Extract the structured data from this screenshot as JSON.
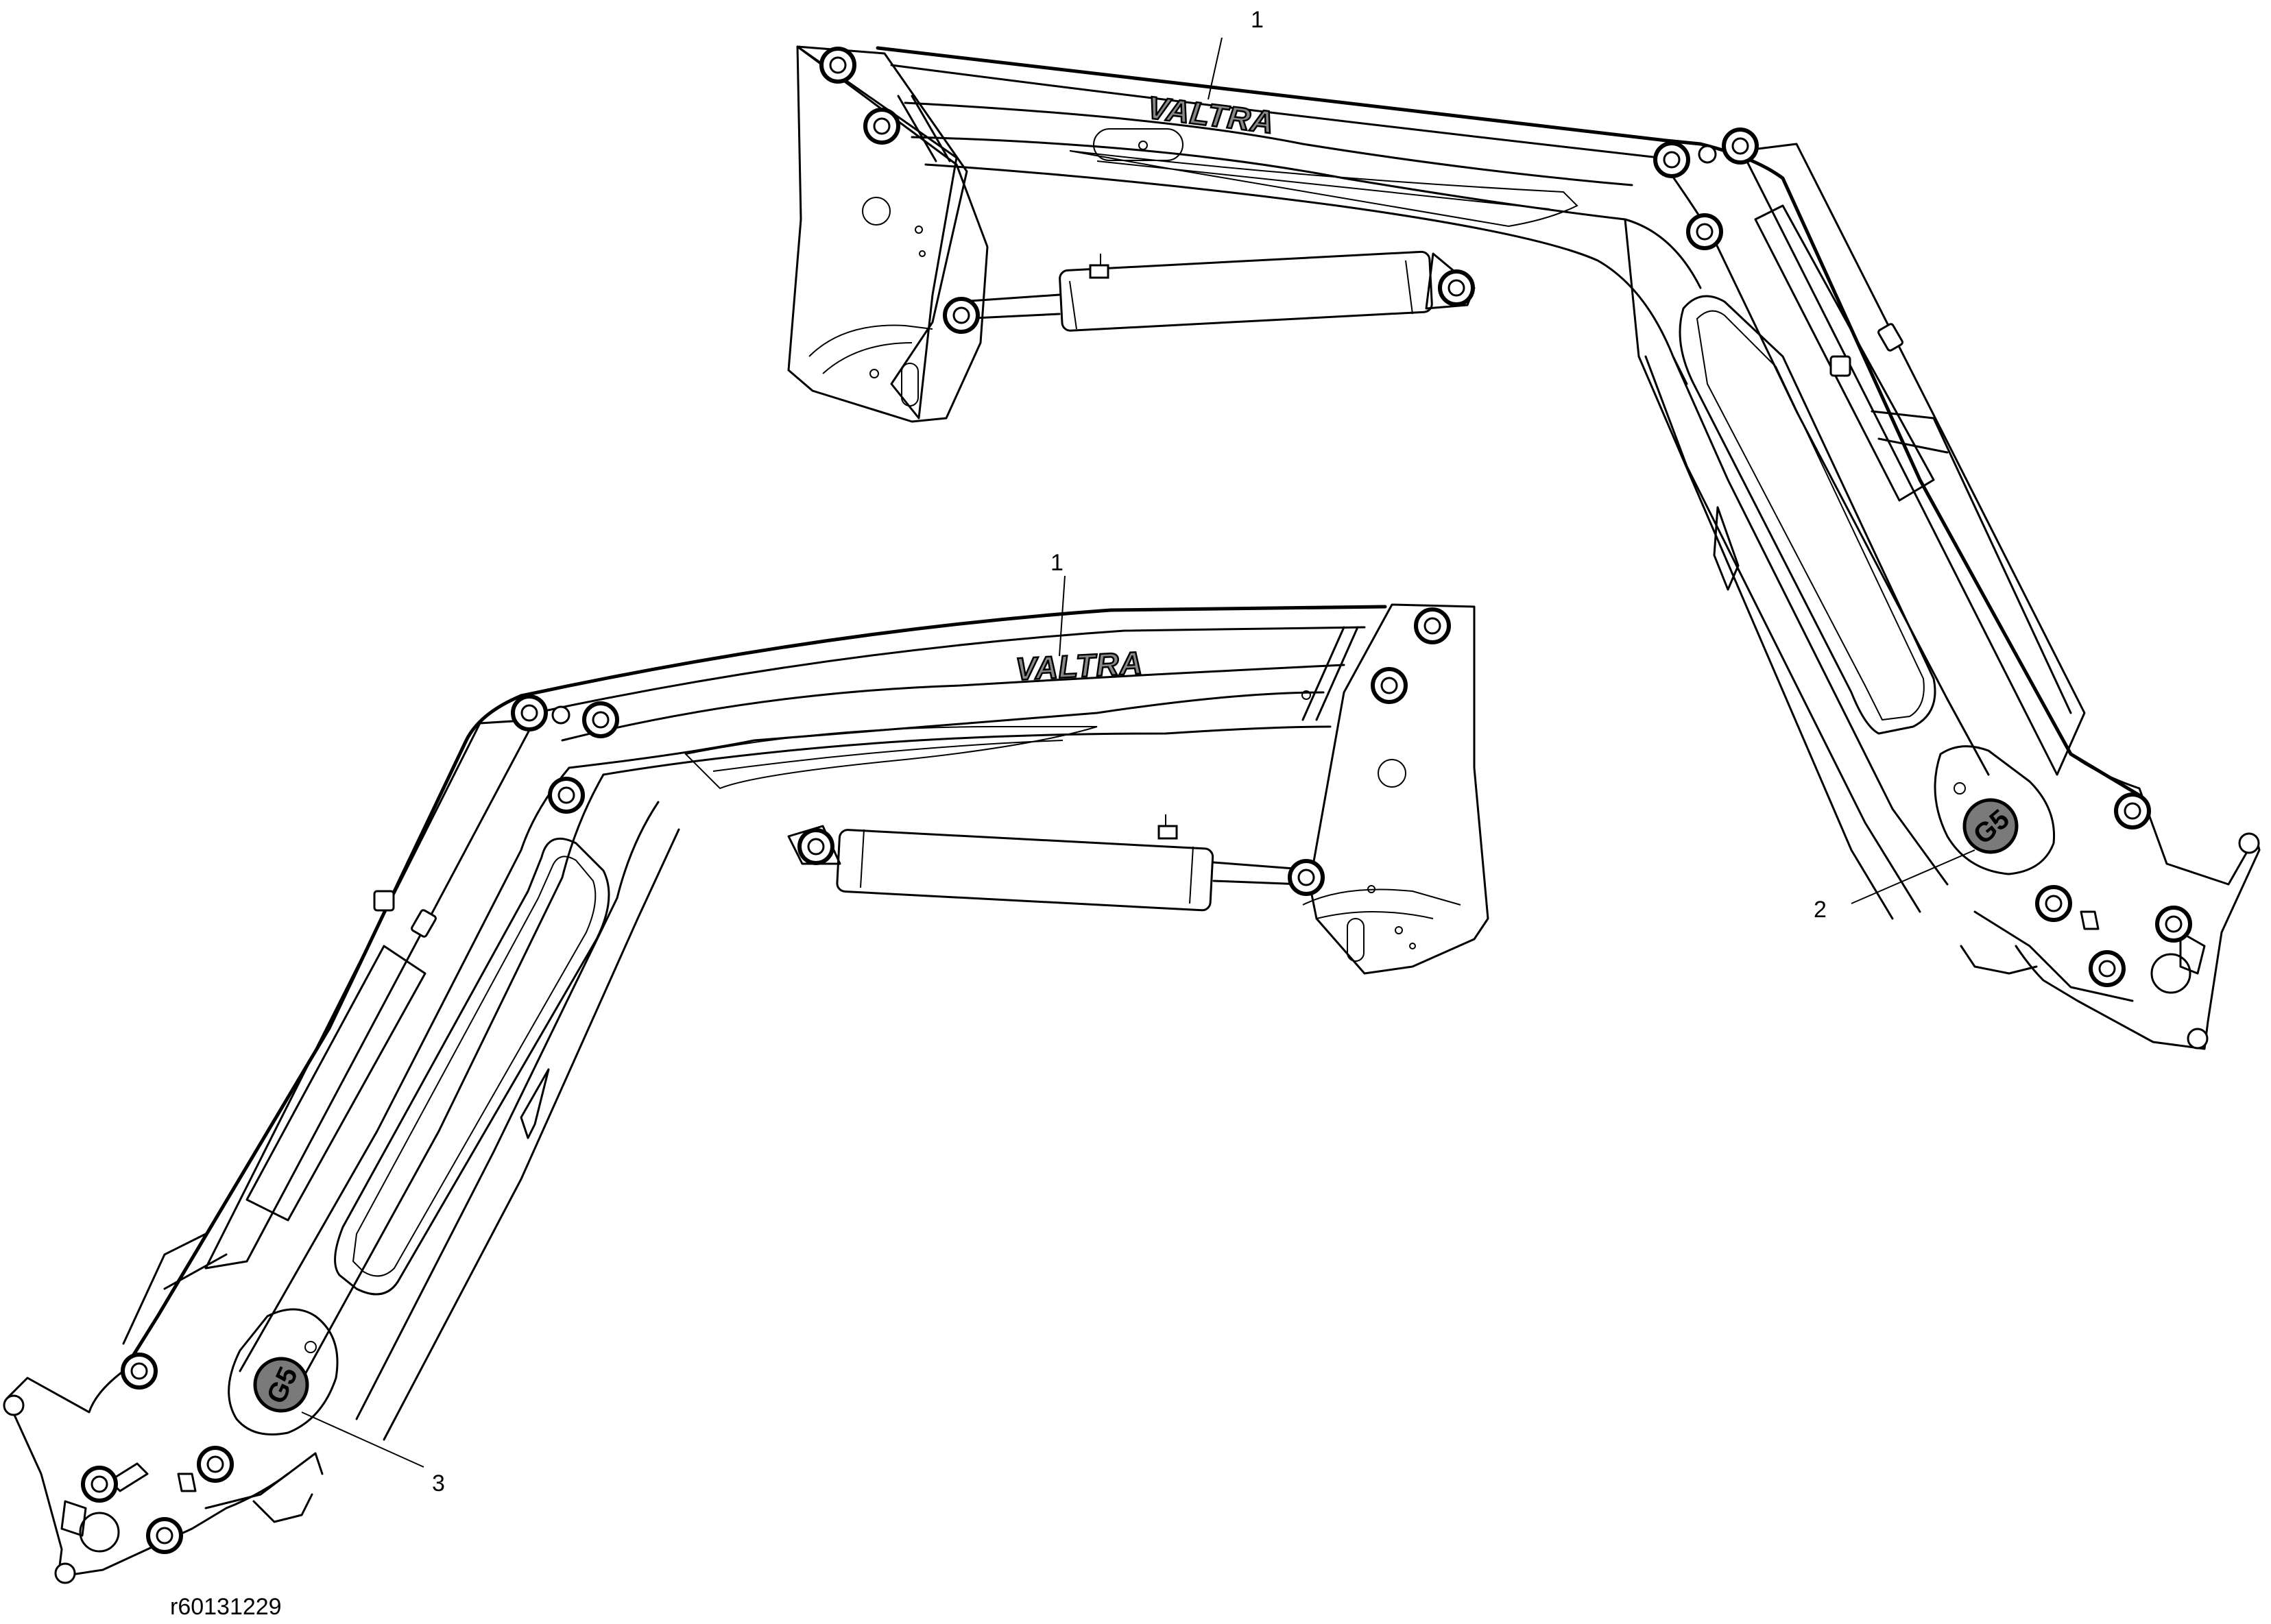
{
  "callouts": {
    "upper_logo": "1",
    "lower_logo": "1",
    "upper_badge": "2",
    "lower_badge": "3"
  },
  "figure_id": "r60131229",
  "logo_text": "VALTRA",
  "badge_text": "G5"
}
